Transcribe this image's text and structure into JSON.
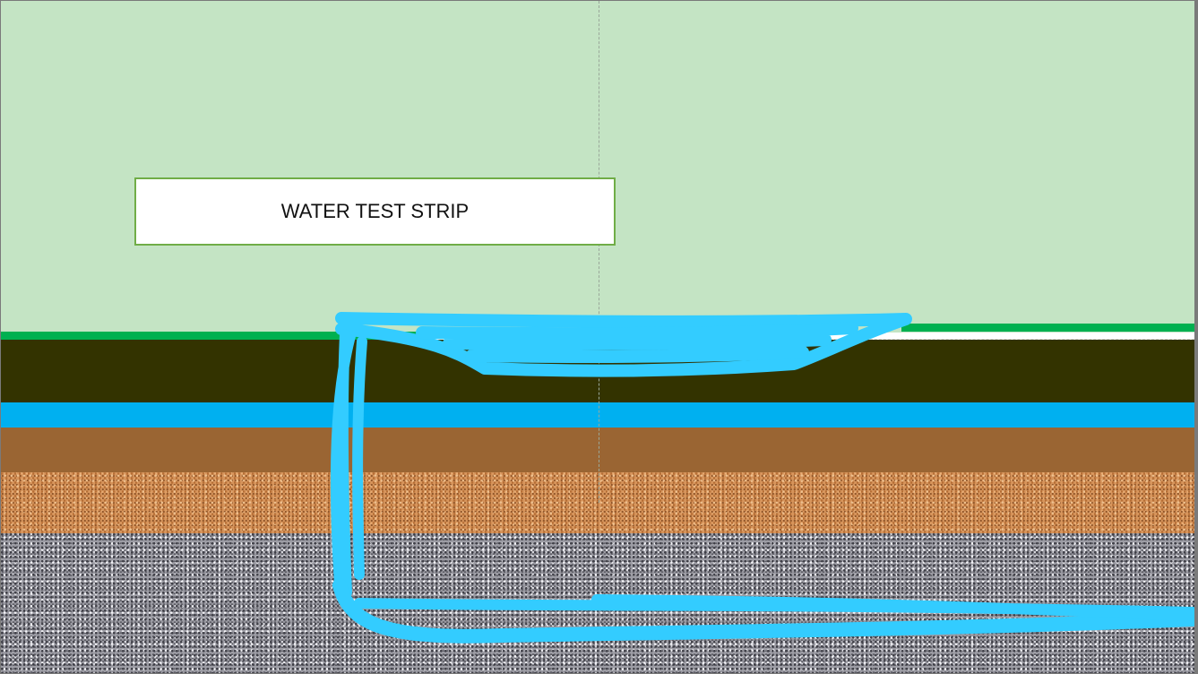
{
  "label": {
    "text": "WATER TEST STRIP"
  },
  "layers": [
    "sky",
    "grass",
    "topsoil",
    "aquifer",
    "clay",
    "sand",
    "gravel"
  ],
  "colors": {
    "sky": "#c4e4c4",
    "grass": "#00b050",
    "topsoil": "#333300",
    "aquifer": "#00b0f0",
    "clay": "#9a6533",
    "sand": "#d7955c",
    "gravel": "#9c9ca4",
    "ink": "#33ccff",
    "label_border": "#70ad47"
  }
}
